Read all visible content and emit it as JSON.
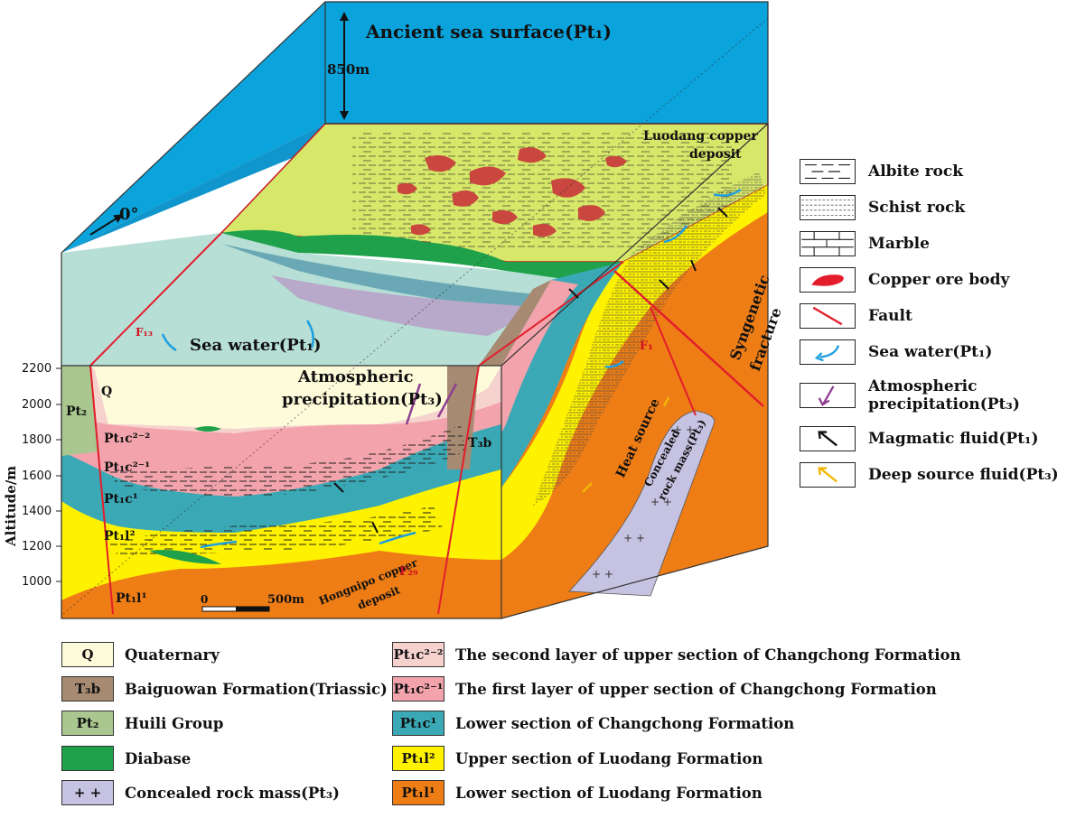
{
  "diagram": {
    "sea_surface_label": "Ancient sea surface(Pt₁)",
    "depth_label": "850m",
    "orientation_label": "0°",
    "luodang_deposit_label": [
      "Luodang copper",
      "deposit"
    ],
    "sea_water_label": "Sea water(Pt₁)",
    "atmos_label": [
      "Atmospheric",
      "precipitation(Pt₃)"
    ],
    "syngenetic_label": [
      "Syngenetic",
      "fracture"
    ],
    "heat_source_label": "Heat source",
    "concealed_label": [
      "Concealed",
      "rock mass(Pt₃)"
    ],
    "hongnipo_label": [
      "Hongnipo copper",
      "deposit"
    ],
    "faults": {
      "f13": "F₁₃",
      "f1": "F₁",
      "f29": "F₂₉"
    },
    "unit_labels": {
      "q": "Q",
      "pt2": "Pt₂",
      "c22": "Pt₁c²⁻²",
      "c21": "Pt₁c²⁻¹",
      "c1": "Pt₁c¹",
      "l2": "Pt₁l²",
      "l1": "Pt₁l¹",
      "t3b": "T₃b"
    },
    "scale_bar": {
      "start": "0",
      "end": "500m"
    },
    "y_axis": {
      "title": "Altitude/m",
      "ticks": [
        "2200",
        "2000",
        "1800",
        "1600",
        "1400",
        "1200",
        "1000"
      ]
    }
  },
  "structure_legend": [
    {
      "key": "albite",
      "label": "Albite rock"
    },
    {
      "key": "schist",
      "label": "Schist rock"
    },
    {
      "key": "marble",
      "label": "Marble"
    },
    {
      "key": "ore",
      "label": "Copper ore body"
    },
    {
      "key": "fault",
      "label": "Fault"
    },
    {
      "key": "seawater",
      "label": "Sea water(Pt₁)"
    },
    {
      "key": "atmos",
      "label": "Atmospheric precipitation(Pt₃)"
    },
    {
      "key": "magmatic",
      "label": "Magmatic fluid(Pt₁)"
    },
    {
      "key": "deep",
      "label": "Deep source fluid(Pt₃)"
    }
  ],
  "formation_legend": [
    {
      "code": "Q",
      "label": "Quaternary",
      "color": "#fdfbd9"
    },
    {
      "code": "T₃b",
      "label": "Baiguowan Formation(Triassic)",
      "color": "#a68b72"
    },
    {
      "code": "Pt₂",
      "label": "Huili Group",
      "color": "#a9c78f"
    },
    {
      "code": "",
      "label": "Diabase",
      "color": "#1fa14c"
    },
    {
      "code": "+ +",
      "label": "Concealed rock mass(Pt₃)",
      "color": "#c6c2e2"
    },
    {
      "code": "Pt₁c²⁻²",
      "label": "The second layer of upper section of Changchong Formation",
      "color": "#f6d2cf"
    },
    {
      "code": "Pt₁c²⁻¹",
      "label": "The first layer of upper section of Changchong Formation",
      "color": "#f2a3ab"
    },
    {
      "code": "Pt₁c¹",
      "label": "Lower section of Changchong Formation",
      "color": "#3aa9b5"
    },
    {
      "code": "Pt₁l²",
      "label": "Upper section of Luodang Formation",
      "color": "#fff200"
    },
    {
      "code": "Pt₁l¹",
      "label": "Lower section of Luodang Formation",
      "color": "#ee7d16"
    }
  ],
  "colors": {
    "sea": "#0aa3dc",
    "sea_side": "#1696c8",
    "top_surface": "#d6e76a",
    "sea_water_body": "#b7dfd6",
    "fault_red": "#e31d2b",
    "ore_red": "#c9473e"
  }
}
